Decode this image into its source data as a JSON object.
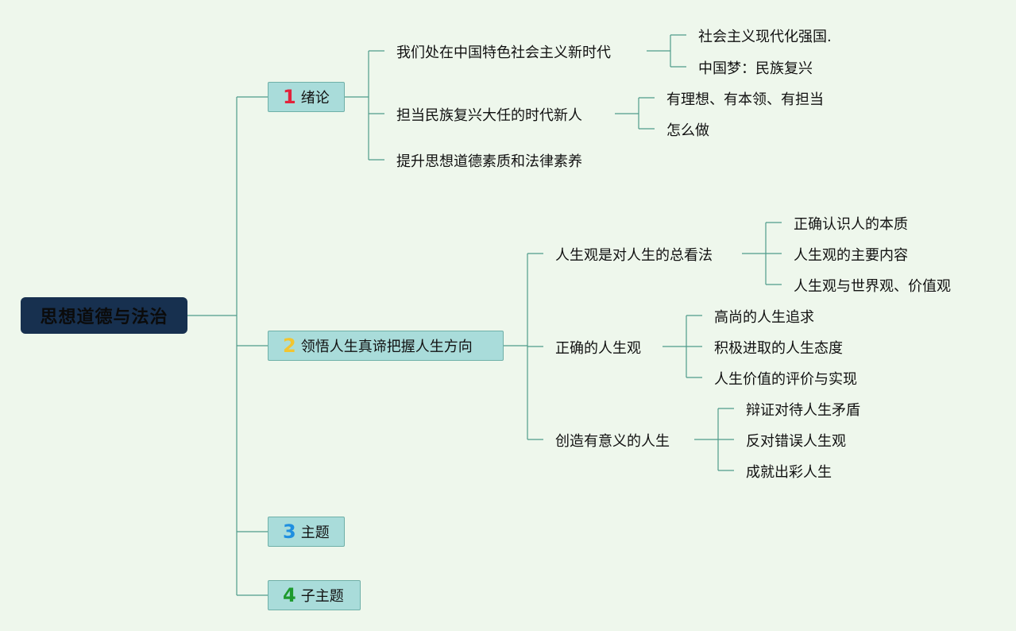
{
  "root": {
    "label": "思想道德与法治"
  },
  "topics": [
    {
      "number": "1",
      "label": "绪论",
      "color": "#e2233c"
    },
    {
      "number": "2",
      "label": "领悟人生真谛把握人生方向",
      "color": "#f2c530"
    },
    {
      "number": "3",
      "label": "主题",
      "color": "#1f8fe0"
    },
    {
      "number": "4",
      "label": "子主题",
      "color": "#1e9a2e"
    }
  ],
  "t1": {
    "children": [
      {
        "label": "我们处在中国特色社会主义新时代",
        "children": [
          "社会主义现代化强国.",
          "中国梦：民族复兴"
        ]
      },
      {
        "label": "担当民族复兴大任的时代新人",
        "children": [
          "有理想、有本领、有担当",
          "怎么做"
        ]
      },
      {
        "label": "提升思想道德素质和法律素养"
      }
    ]
  },
  "t2": {
    "children": [
      {
        "label": "人生观是对人生的总看法",
        "children": [
          "正确认识人的本质",
          "人生观的主要内容",
          "人生观与世界观、价值观"
        ]
      },
      {
        "label": "正确的人生观",
        "children": [
          "高尚的人生追求",
          "积极进取的人生态度",
          "人生价值的评价与实现"
        ]
      },
      {
        "label": "创造有意义的人生",
        "children": [
          "辩证对待人生矛盾",
          "反对错误人生观",
          "成就出彩人生"
        ]
      }
    ]
  }
}
